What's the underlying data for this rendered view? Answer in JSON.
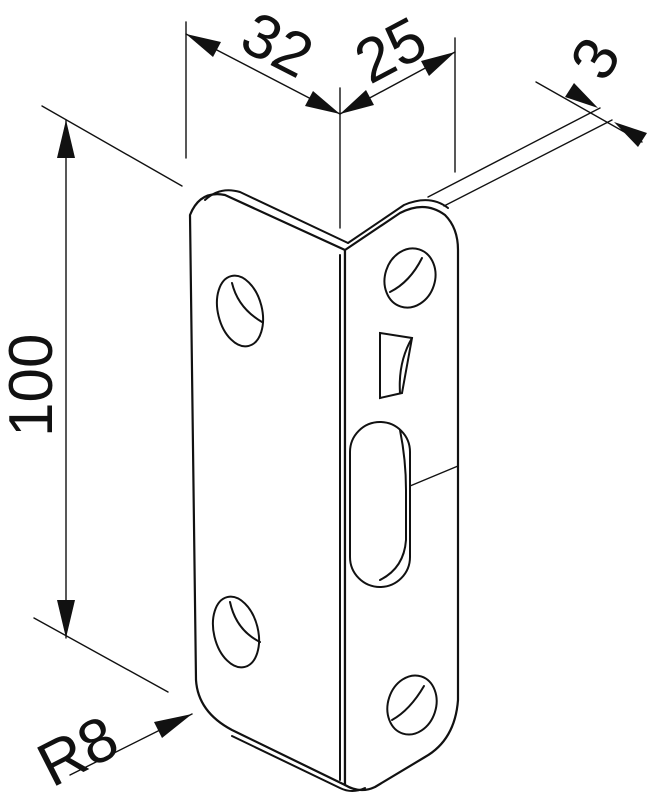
{
  "dimensions": {
    "width_left": "32",
    "width_right": "25",
    "thickness": "3",
    "height": "100",
    "radius": "R8"
  }
}
